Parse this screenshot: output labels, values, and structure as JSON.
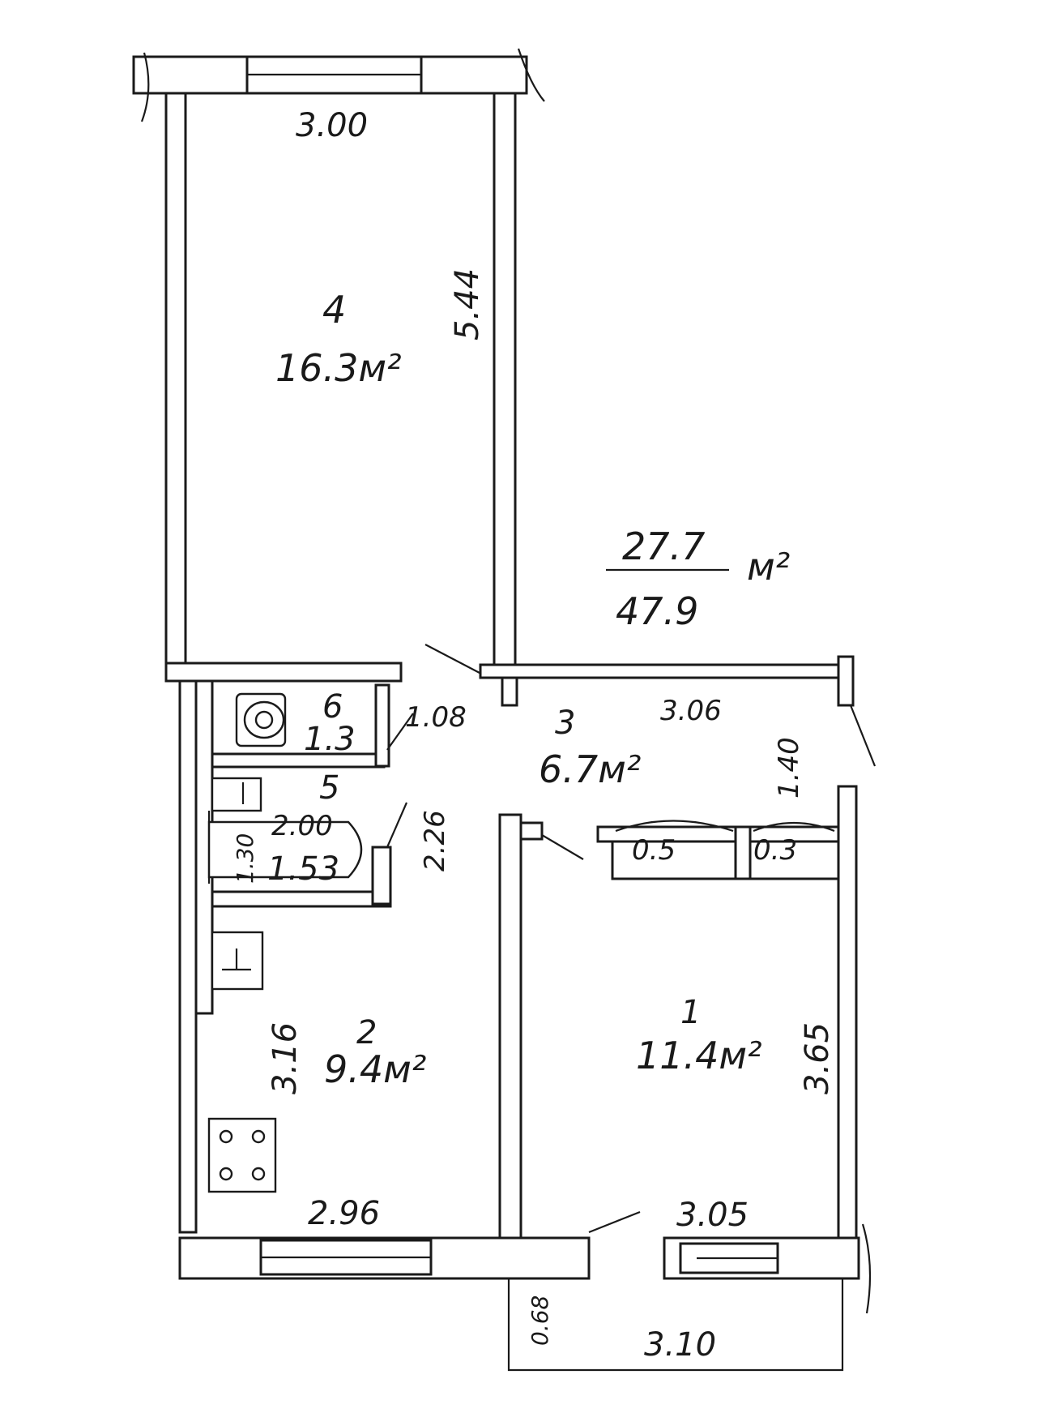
{
  "rooms": {
    "room4": {
      "number": "4",
      "area": "16.3м²"
    },
    "room3": {
      "number": "3",
      "area": "6.7м²"
    },
    "room2": {
      "number": "2",
      "area": "9.4м²"
    },
    "room1": {
      "number": "1",
      "area": "11.4м²"
    },
    "room5": {
      "number": "5",
      "area": "1.53"
    },
    "room6": {
      "number": "6",
      "area": "1.3"
    }
  },
  "dimensions": {
    "top_width": "3.00",
    "room4_height": "5.44",
    "hall_width": "3.06",
    "hall_depth": "1.40",
    "wc_width": "1.08",
    "bath_depth": "2.26",
    "bath_width": "2.00",
    "bath_small": "1.30",
    "kitchen_height": "3.16",
    "kitchen_width": "2.96",
    "room1_width": "3.05",
    "room1_height": "3.65",
    "closet_a": "0.5",
    "closet_b": "0.3",
    "balcony_depth": "0.68",
    "balcony_width": "3.10"
  },
  "summary": {
    "living_area": "27.7",
    "total_area": "47.9",
    "unit": "м²"
  }
}
